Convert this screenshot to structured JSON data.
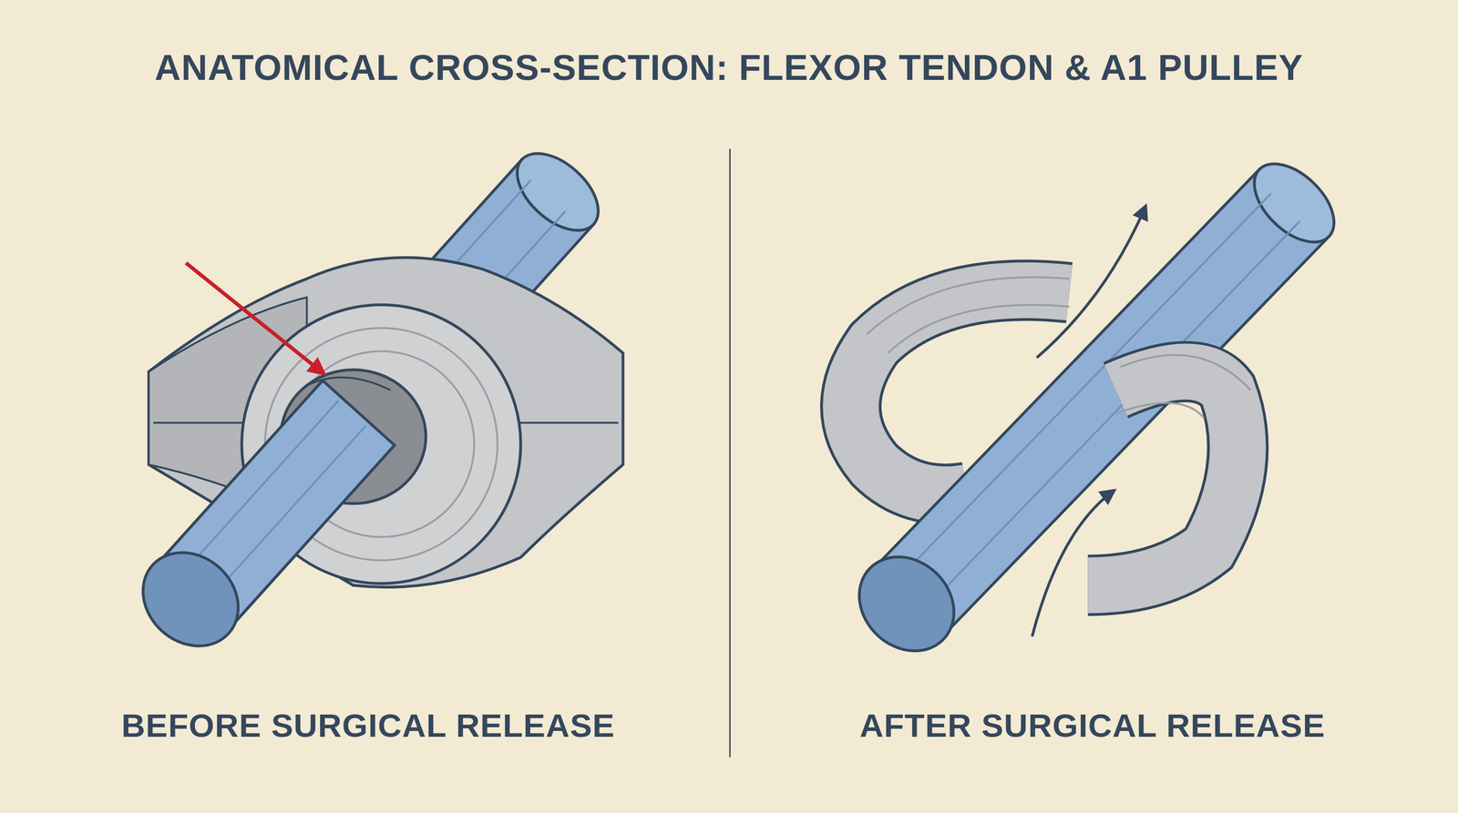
{
  "diagram": {
    "title": "ANATOMICAL CROSS-SECTION: FLEXOR TENDON & A1 PULLEY",
    "labels": [
      "BEFORE SURGICAL RELEASE",
      "AFTER SURGICAL RELEASE"
    ]
  }
}
